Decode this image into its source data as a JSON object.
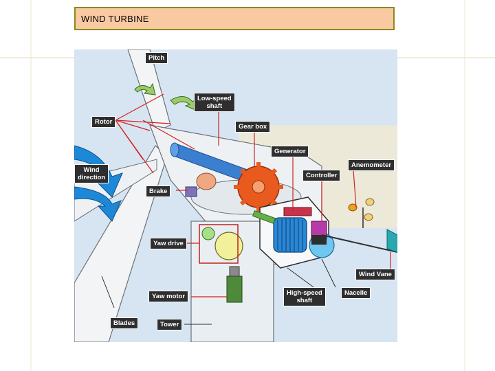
{
  "slide": {
    "title": "WIND TURBINE",
    "accent_color": "#f9c9a2",
    "border_color": "#8a8a1a"
  },
  "diagram": {
    "labels": {
      "pitch": "Pitch",
      "rotor": "Rotor",
      "low_speed_shaft": "Low-speed\nshaft",
      "gear_box": "Gear box",
      "generator": "Generator",
      "anemometer": "Anemometer",
      "controller": "Controller",
      "wind_direction": "Wind\ndirection",
      "brake": "Brake",
      "yaw_drive": "Yaw drive",
      "wind_vane": "Wind Vane",
      "yaw_motor": "Yaw motor",
      "high_speed_shaft": "High-speed\nshaft",
      "nacelle": "Nacelle",
      "blades": "Blades",
      "tower": "Tower"
    }
  }
}
